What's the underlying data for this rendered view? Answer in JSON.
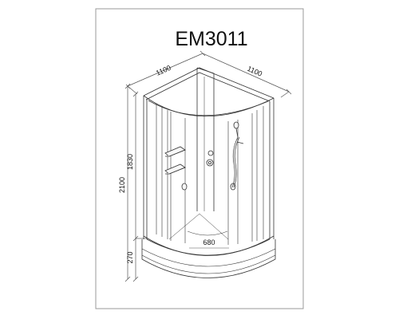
{
  "drawing": {
    "model": "EM3011",
    "dimensions": {
      "width_left": "1100",
      "width_right": "1100",
      "total_height": "2100",
      "cabin_height": "1830",
      "tray_height": "270",
      "tray_radius": "680"
    }
  },
  "colors": {
    "frame": "#9a9a9a",
    "line": "#333333",
    "dim_line": "#555555",
    "panel_fill": "#f7f7f7"
  },
  "icons": [
    "shower-head-icon",
    "shower-hose-icon",
    "shelf-icon",
    "massage-jet-icon",
    "faucet-icon"
  ]
}
